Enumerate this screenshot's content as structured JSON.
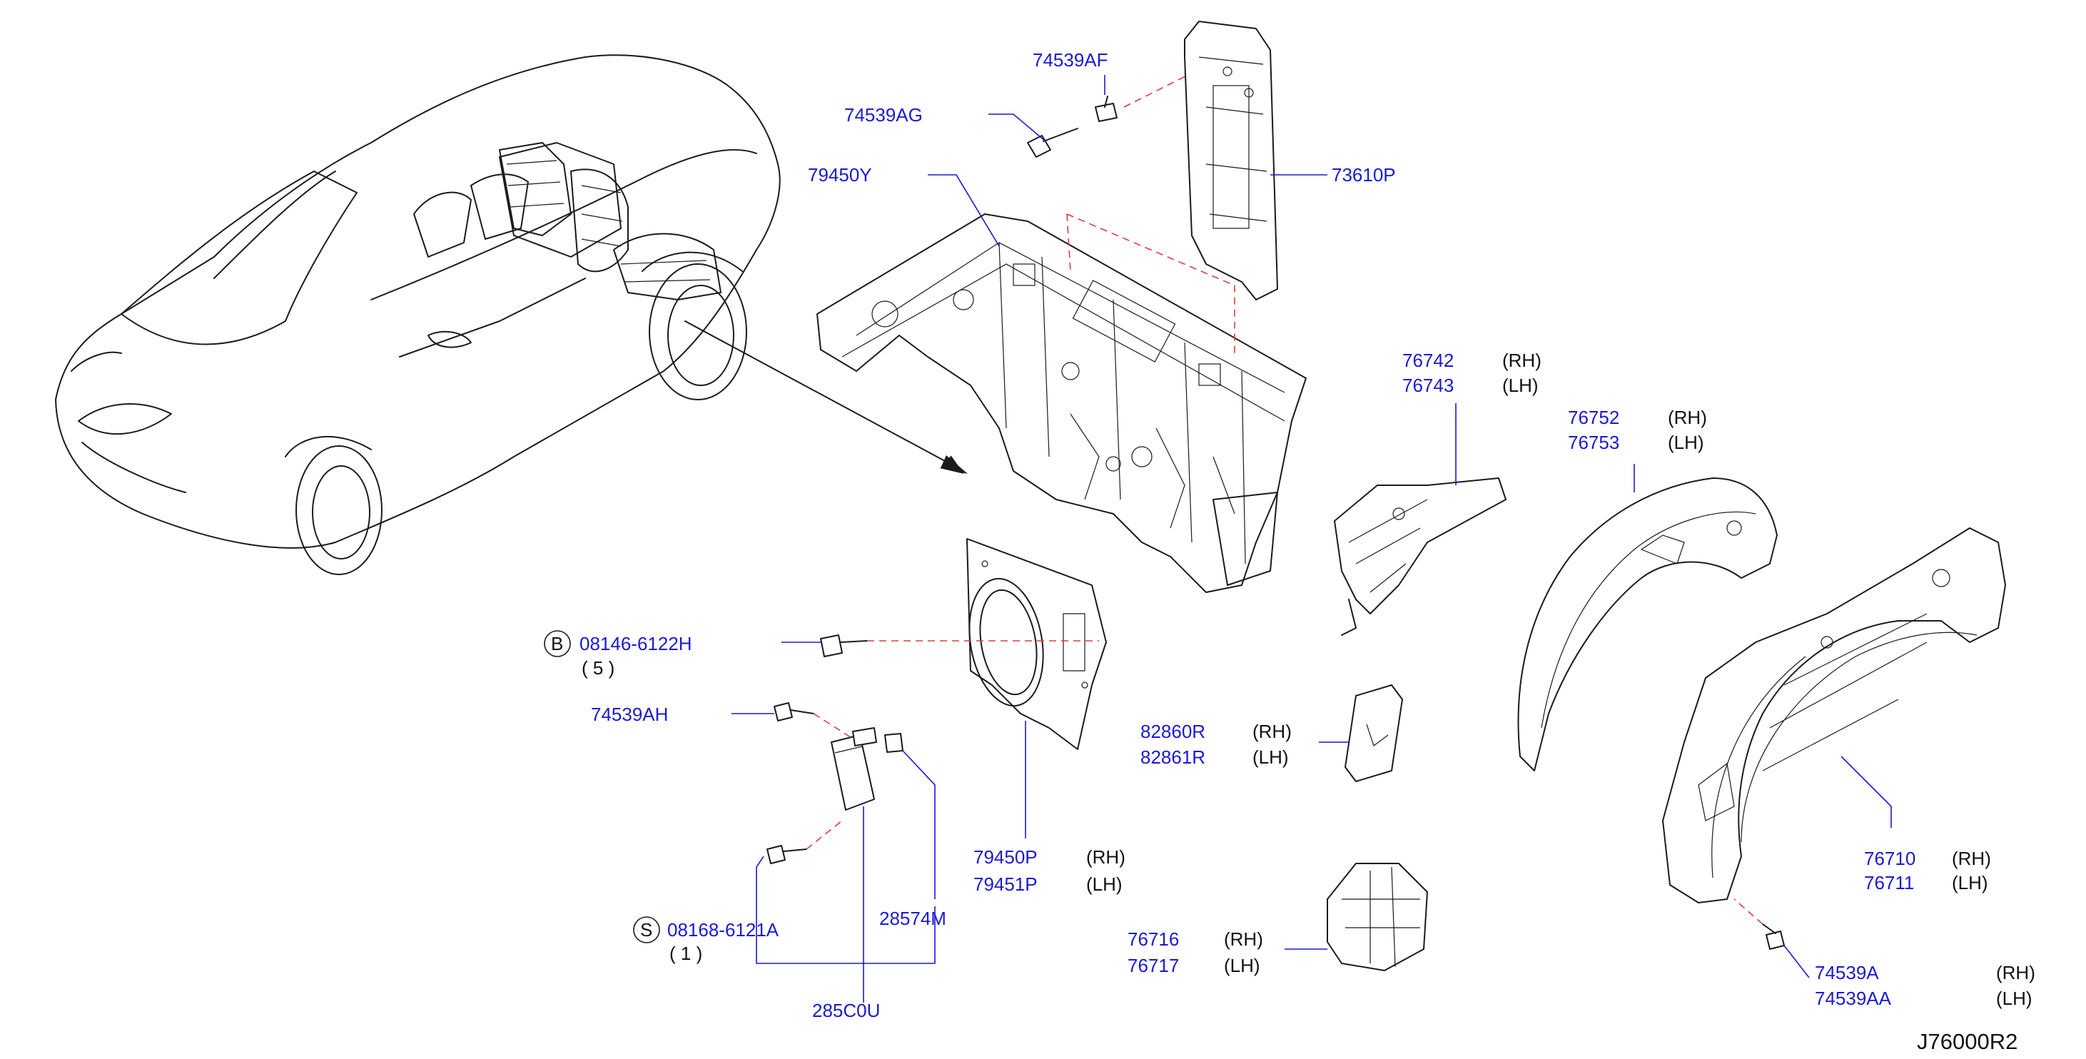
{
  "diagram_code": "J76000R2",
  "colors": {
    "part_label": "#1a1ad6",
    "leader": "#1a1ad6",
    "dashed_guide": "#e23b3b",
    "ink": "#1b1b1b"
  },
  "labels": {
    "p74539AF": "74539AF",
    "p74539AG": "74539AG",
    "p73610P": "73610P",
    "p79450Y": "79450Y",
    "p76742": "76742",
    "p76742_side": "(RH)",
    "p76743": "76743",
    "p76743_side": "(LH)",
    "p76752": "76752",
    "p76752_side": "(RH)",
    "p76753": "76753",
    "p76753_side": "(LH)",
    "p08146_prefix": "B",
    "p08146": "08146-6122H",
    "p08146_qty": "( 5 )",
    "p74539AH": "74539AH",
    "p82860R": "82860R",
    "p82860R_side": "(RH)",
    "p82861R": "82861R",
    "p82861R_side": "(LH)",
    "p79450P": "79450P",
    "p79450P_side": "(RH)",
    "p79451P": "79451P",
    "p79451P_side": "(LH)",
    "p28574M": "28574M",
    "p08168_prefix": "S",
    "p08168": "08168-6121A",
    "p08168_qty": "( 1 )",
    "p285C0U": "285C0U",
    "p76716": "76716",
    "p76716_side": "(RH)",
    "p76717": "76717",
    "p76717_side": "(LH)",
    "p76710": "76710",
    "p76710_side": "(RH)",
    "p76711": "76711",
    "p76711_side": "(LH)",
    "p74539A": "74539A",
    "p74539A_side": "(RH)",
    "p74539AA": "74539AA",
    "p74539AA_side": "(LH)"
  }
}
